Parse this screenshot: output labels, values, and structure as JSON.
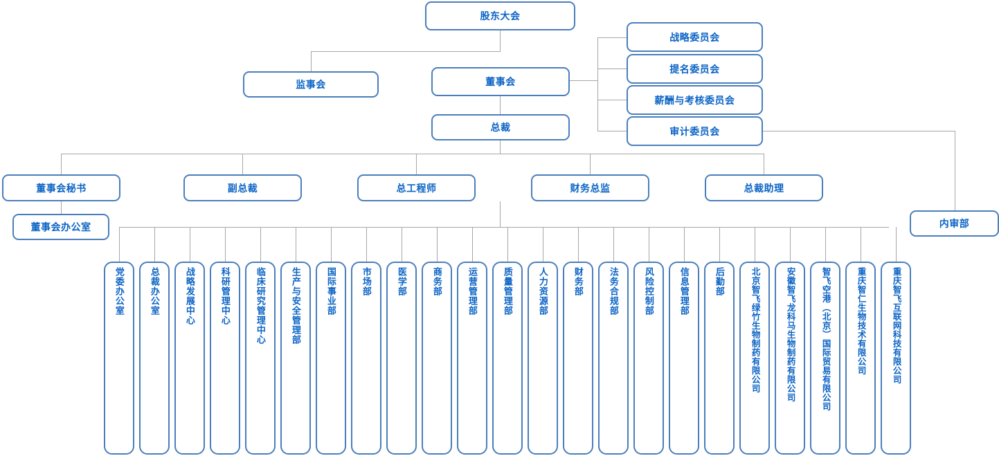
{
  "meta": {
    "title": "企业组织架构图",
    "box_border_color": "#4a7ebb",
    "text_color": "#0b63c5",
    "line_color": "#a6a6a6",
    "background": "#ffffff"
  },
  "top": {
    "shareholders": "股东大会",
    "board": "董事会",
    "supervisors": "监事会",
    "president": "总裁"
  },
  "committees": [
    {
      "label": "战略委员会"
    },
    {
      "label": "提名委员会"
    },
    {
      "label": "薪酬与考核委员会"
    },
    {
      "label": "审计委员会"
    }
  ],
  "executives": [
    {
      "label": "董事会秘书"
    },
    {
      "label": "副总裁"
    },
    {
      "label": "总工程师"
    },
    {
      "label": "财务总监"
    },
    {
      "label": "总裁助理"
    }
  ],
  "board_office": "董事会办公室",
  "internal_audit": "内审部",
  "departments": [
    {
      "label": "党委办公室"
    },
    {
      "label": "总裁办公室"
    },
    {
      "label": "战略发展中心"
    },
    {
      "label": "科研管理中心"
    },
    {
      "label": "临床研究管理中心"
    },
    {
      "label": "生产与安全管理部"
    },
    {
      "label": "国际事业部"
    },
    {
      "label": "市场部"
    },
    {
      "label": "医学部"
    },
    {
      "label": "商务部"
    },
    {
      "label": "运营管理部"
    },
    {
      "label": "质量管理部"
    },
    {
      "label": "人力资源部"
    },
    {
      "label": "财务部"
    },
    {
      "label": "法务合规部"
    },
    {
      "label": "风险控制部"
    },
    {
      "label": "信息管理部"
    },
    {
      "label": "后勤部"
    }
  ],
  "subsidiaries": [
    {
      "label": "北京智飞绿竹生物制药有限公司"
    },
    {
      "label": "安徽智飞龙科马生物制药有限公司"
    },
    {
      "label": "智飞空港（北京）国际贸易有限公司"
    },
    {
      "label": "重庆智仁生物技术有限公司"
    },
    {
      "label": "重庆智飞互联网科技有限公司"
    }
  ]
}
